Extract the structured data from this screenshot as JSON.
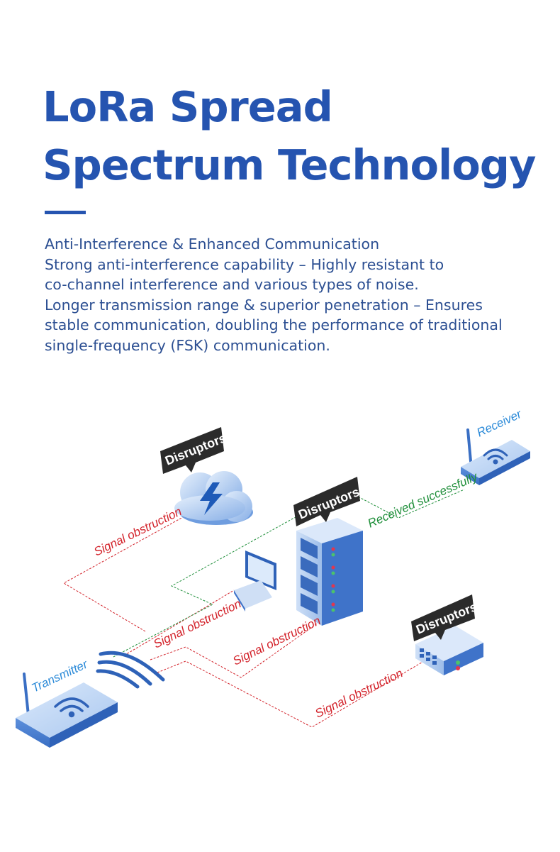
{
  "title": {
    "line1": "LoRa Spread",
    "line2": "Spectrum Technology"
  },
  "description": {
    "lines": [
      "Anti-Interference & Enhanced Communication",
      "Strong anti-interference capability – Highly resistant to",
      "co-channel interference and various types of noise.",
      "Longer transmission range & superior penetration – Ensures",
      "stable communication, doubling the performance of traditional",
      "single-frequency (FSK) communication."
    ]
  },
  "diagram": {
    "tags": {
      "cloud": "Disruptors",
      "server": "Disruptors",
      "switch": "Disruptors"
    },
    "labels": {
      "transmitter": "Transmitter",
      "receiver": "Receiver",
      "received": "Received successfully",
      "obstruction_cloud": "Signal obstruction",
      "obstruction_computer": "Signal obstruction",
      "obstruction_server": "Signal obstruction",
      "obstruction_switch": "Signal obstruction"
    },
    "colors": {
      "obstruction": "#d3232b",
      "success": "#1f8f3a",
      "device_label": "#2b8ad8",
      "tag": "#2b2b2b"
    },
    "icons": [
      "transmitter-router-icon",
      "receiver-router-icon",
      "cloud-lightning-icon",
      "server-rack-icon",
      "computer-icon",
      "network-switch-icon",
      "signal-waves-icon"
    ]
  }
}
